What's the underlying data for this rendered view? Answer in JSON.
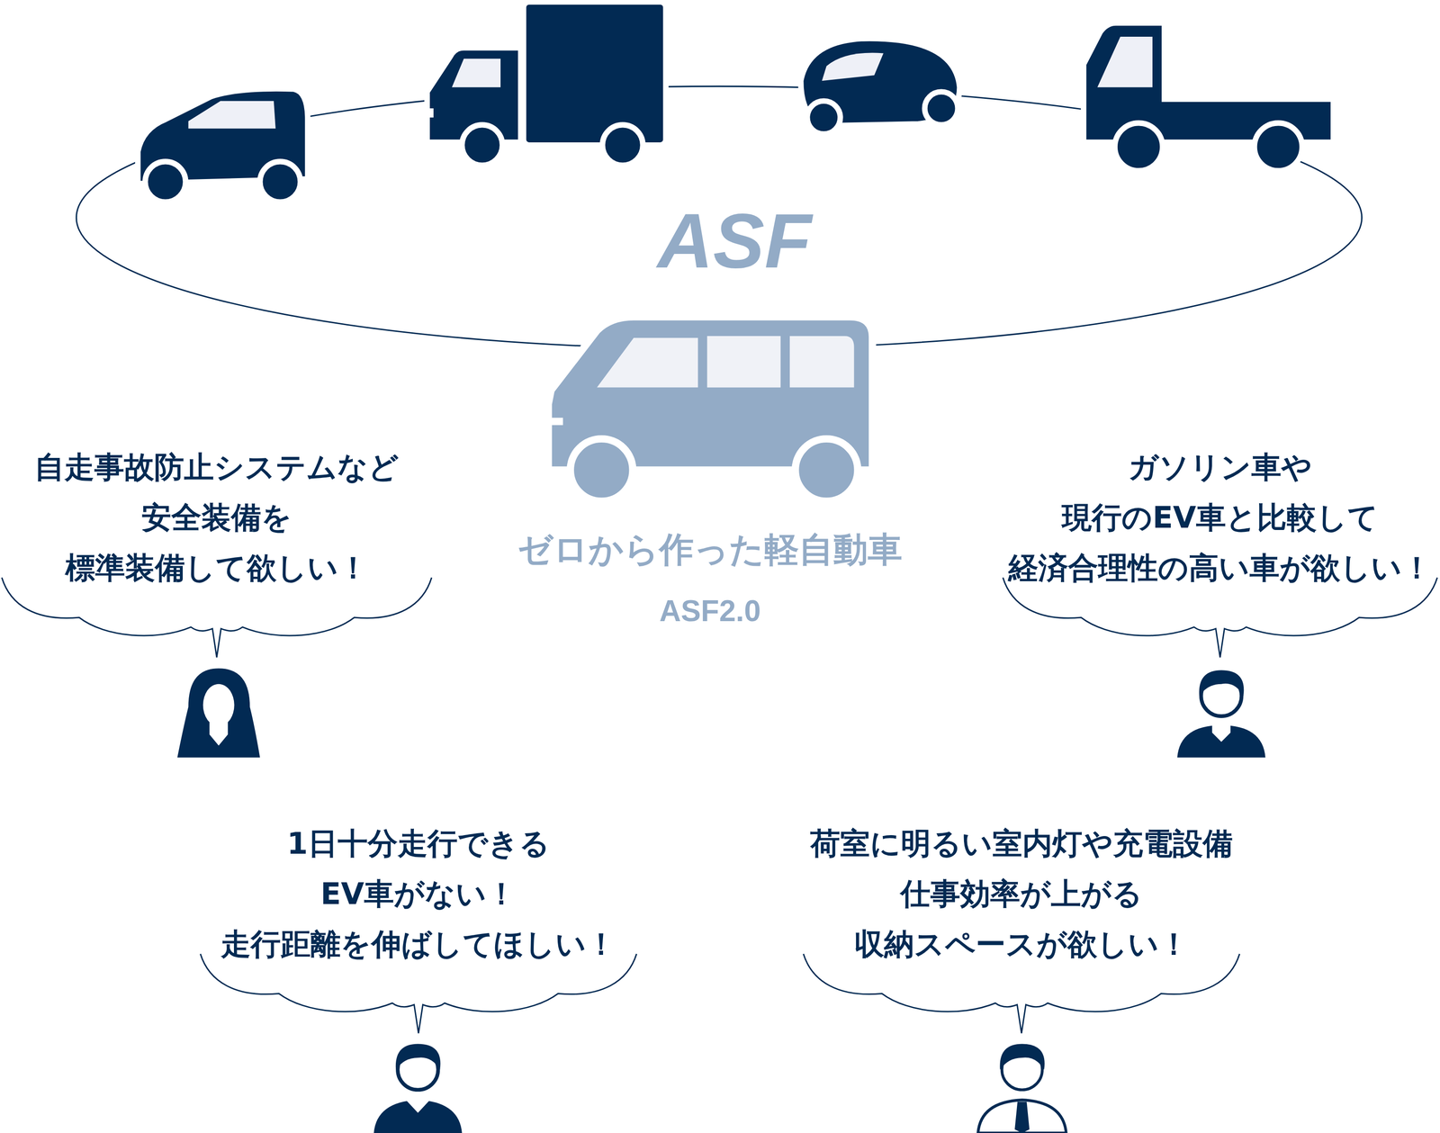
{
  "diagram": {
    "nodes": [
      {
        "text": [
          "自走事故防止システムなど 安全装備を 標準装備して欲しい！"
        ]
      },
      {
        "text": [
          "ガソリン車や 現行のEV車と比較して 経済合理性の高い車が欲しい！"
        ]
      },
      {
        "text": [
          "1日十分走行できる EV車がない！ 走行距離を伸ばしてほしい！"
        ]
      },
      {
        "text": [
          "荷室に明るい室内灯や充電設備 仕事効率が上がる 収納スペースが欲しい！"
        ]
      }
    ],
    "labels": [
      "ASF",
      "ゼロから作った軽自動車",
      "ASF2.0"
    ]
  }
}
